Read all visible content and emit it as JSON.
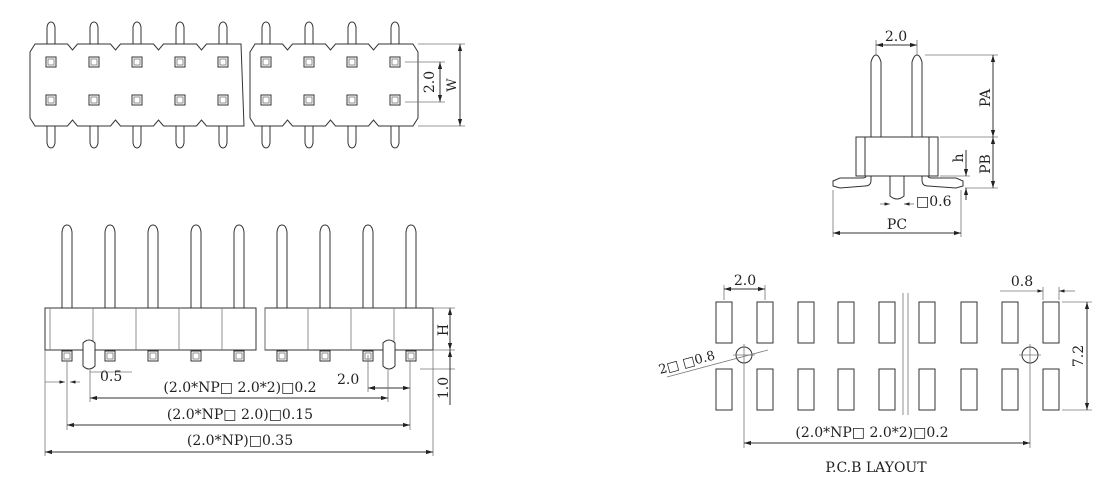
{
  "top_view": {
    "pin_pitch_label": "2.0",
    "width_label": "W"
  },
  "front_view": {
    "height_label": "H",
    "tail_label": "1.0",
    "offset_label": "0.5",
    "pitch_label": "2.0",
    "dim_inner": "(2.0*NP□ 2.0*2)□0.2",
    "dim_middle": "(2.0*NP□ 2.0)□0.15",
    "dim_outer": "(2.0*NP)□0.35"
  },
  "side_view": {
    "pitch_label": "2.0",
    "pa_label": "PA",
    "pb_label": "PB",
    "h_label": "h",
    "pc_label": "PC",
    "pin_width_label": "□0.6"
  },
  "pcb_layout": {
    "pitch_label": "2.0",
    "pad_width_label": "0.8",
    "row_span_label": "7.2",
    "hole_label": "2□ □0.8",
    "hole_span_label": "(2.0*NP□ 2.0*2)□0.2",
    "title": "P.C.B LAYOUT"
  }
}
